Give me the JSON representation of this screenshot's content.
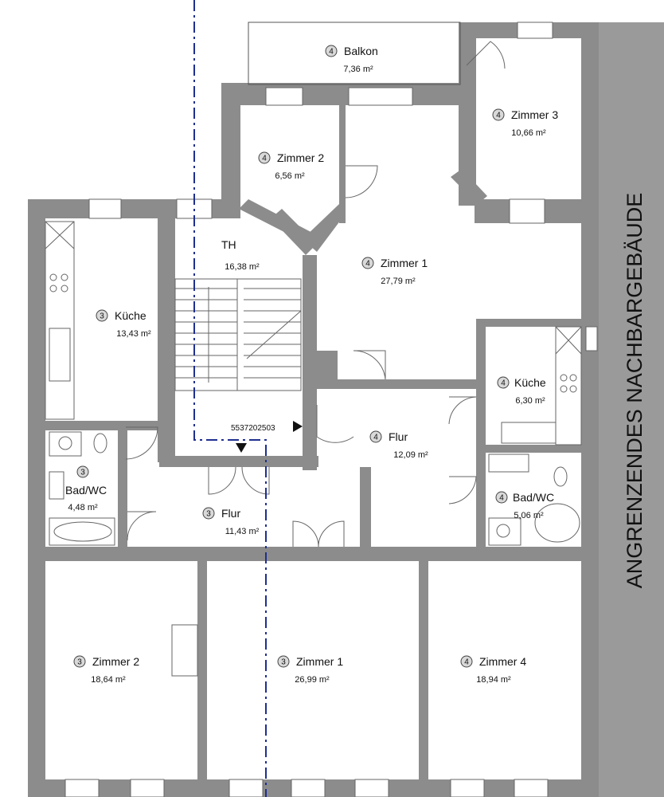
{
  "neighbor_label": "ANGRENZENDES NACHBARGEBÄUDE",
  "reference_code": "5537202503",
  "rooms": [
    {
      "unit": "4",
      "name": "Balkon",
      "area": "7,36 m²"
    },
    {
      "unit": "4",
      "name": "Zimmer 3",
      "area": "10,66 m²"
    },
    {
      "unit": "4",
      "name": "Zimmer 2",
      "area": "6,56 m²"
    },
    {
      "unit": "",
      "name": "TH",
      "area": "16,38 m²"
    },
    {
      "unit": "4",
      "name": "Zimmer 1",
      "area": "27,79 m²"
    },
    {
      "unit": "3",
      "name": "Küche",
      "area": "13,43 m²"
    },
    {
      "unit": "4",
      "name": "Küche",
      "area": "6,30 m²"
    },
    {
      "unit": "4",
      "name": "Flur",
      "area": "12,09 m²"
    },
    {
      "unit": "3",
      "name": "Bad/WC",
      "area": "4,48 m²"
    },
    {
      "unit": "4",
      "name": "Bad/WC",
      "area": "5,06 m²"
    },
    {
      "unit": "3",
      "name": "Flur",
      "area": "11,43 m²"
    },
    {
      "unit": "3",
      "name": "Zimmer 2",
      "area": "18,64 m²"
    },
    {
      "unit": "3",
      "name": "Zimmer 1",
      "area": "26,99 m²"
    },
    {
      "unit": "4",
      "name": "Zimmer 4",
      "area": "18,94 m²"
    }
  ],
  "colors": {
    "wall": "#8c8c8c",
    "neighbor": "#9a9a9a",
    "axis_line": "#1f2f8f",
    "badge": "#d9d9d9"
  }
}
